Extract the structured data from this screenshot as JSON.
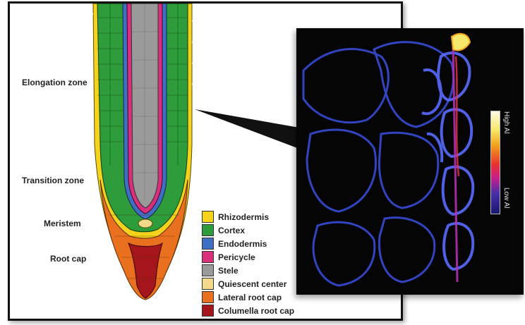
{
  "zone_labels": {
    "elongation": "Elongation zone",
    "transition": "Transition zone",
    "meristem": "Meristem",
    "root_cap": "Root cap"
  },
  "legend": [
    {
      "label": "Rhizodermis",
      "color": "#f5d21b"
    },
    {
      "label": "Cortex",
      "color": "#2e9c3a"
    },
    {
      "label": "Endodermis",
      "color": "#3f6fc2"
    },
    {
      "label": "Pericycle",
      "color": "#d8307a"
    },
    {
      "label": "Stele",
      "color": "#9a9a9a"
    },
    {
      "label": "Quiescent center",
      "color": "#f3d98a"
    },
    {
      "label": "Lateral root cap",
      "color": "#e8701f"
    },
    {
      "label": "Columella root cap",
      "color": "#a4161b"
    }
  ],
  "colorbar": {
    "high_label": "High Al",
    "low_label": "Low Al"
  }
}
